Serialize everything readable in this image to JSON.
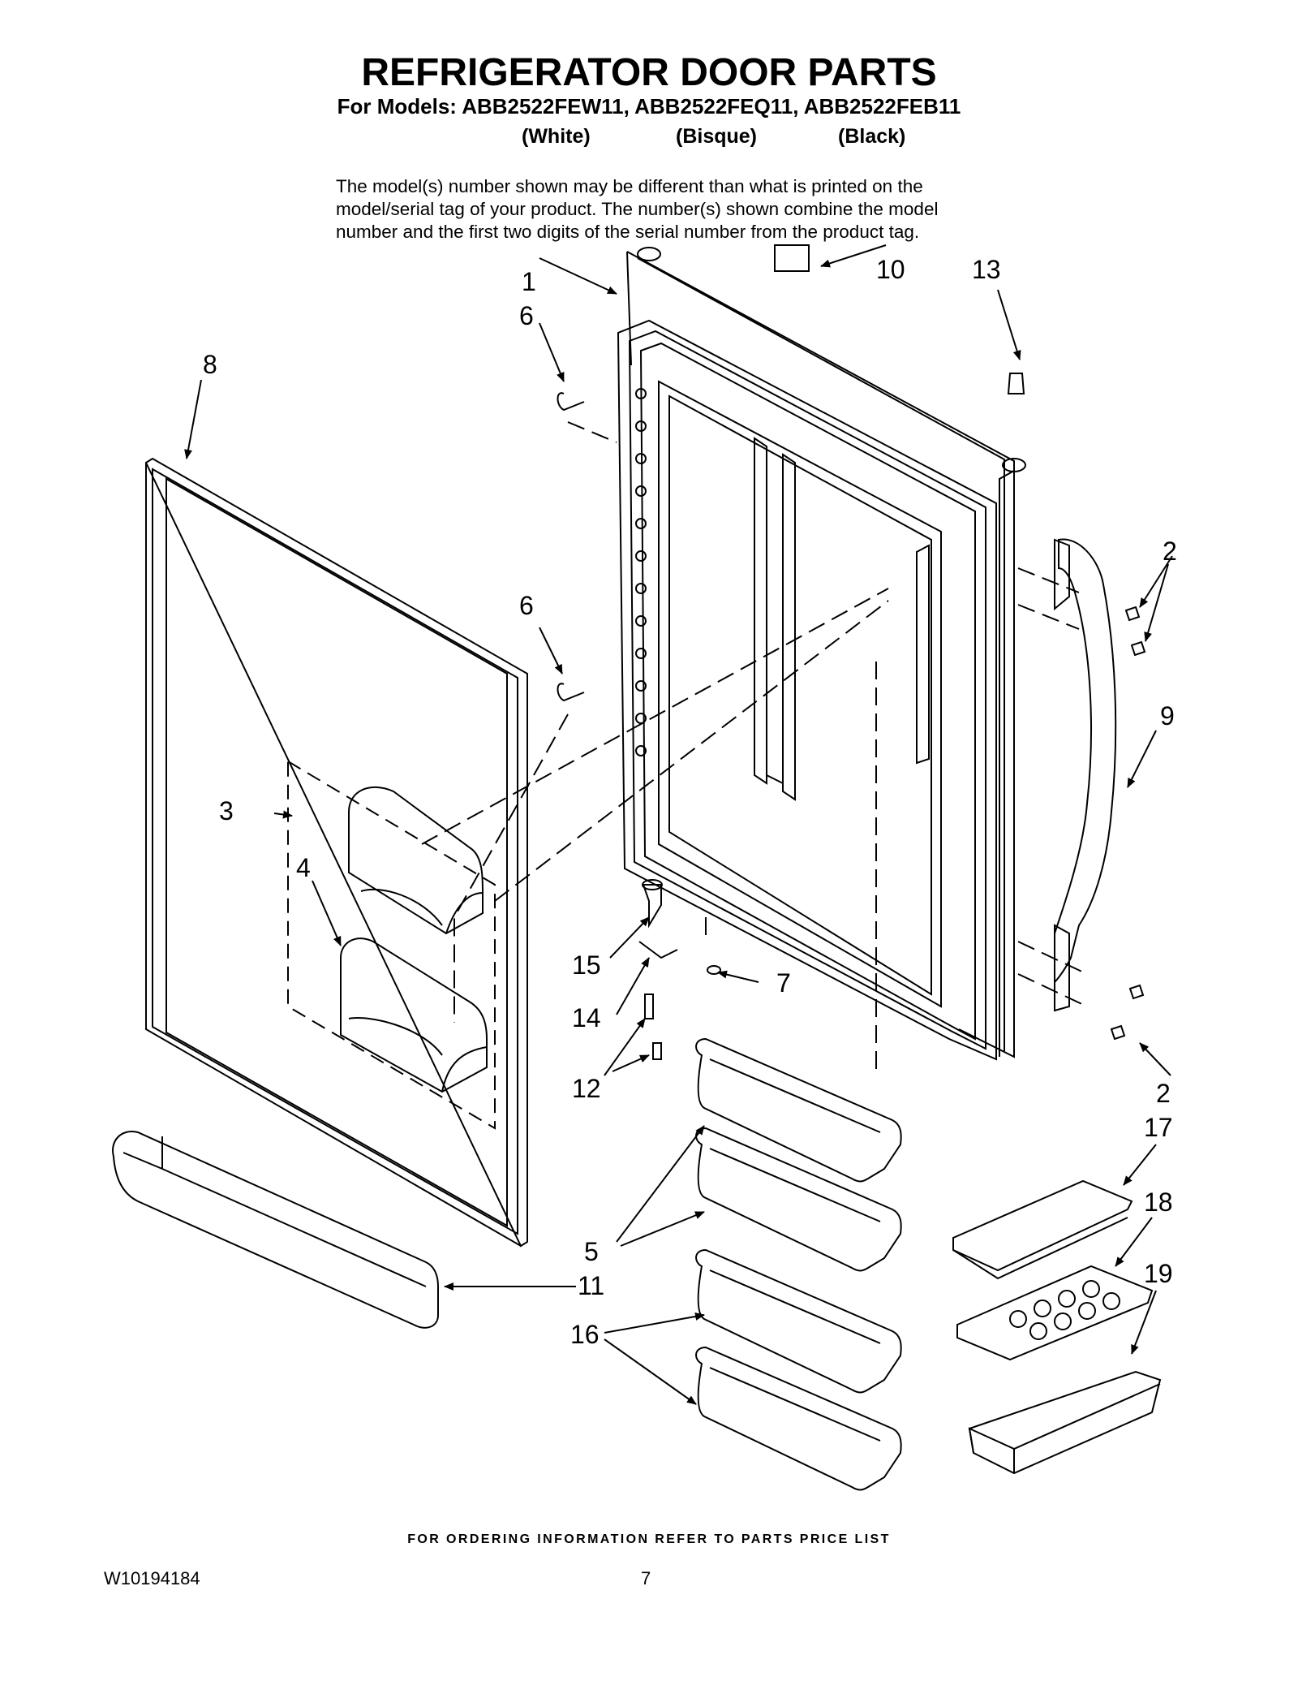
{
  "header": {
    "title": "REFRIGERATOR DOOR PARTS",
    "models_line": "For Models: ABB2522FEW11, ABB2522FEQ11, ABB2522FEB11",
    "colors": [
      "(White)",
      "(Bisque)",
      "(Black)"
    ]
  },
  "note": {
    "line1": "The model(s) number shown may be different than what is printed on the",
    "line2": "model/serial tag of your product. The number(s) shown combine the model",
    "line3": "number and the first two digits of the serial number from the product tag."
  },
  "callouts": {
    "c1": "1",
    "c2a": "2",
    "c2b": "2",
    "c3": "3",
    "c4": "4",
    "c5": "5",
    "c6a": "6",
    "c6b": "6",
    "c7": "7",
    "c8": "8",
    "c9": "9",
    "c10": "10",
    "c11": "11",
    "c12": "12",
    "c13": "13",
    "c14": "14",
    "c15": "15",
    "c16": "16",
    "c17": "17",
    "c18": "18",
    "c19": "19"
  },
  "footer": {
    "ordering": "FOR ORDERING INFORMATION REFER TO PARTS PRICE LIST",
    "doc_number": "W10194184",
    "page_number": "7"
  }
}
